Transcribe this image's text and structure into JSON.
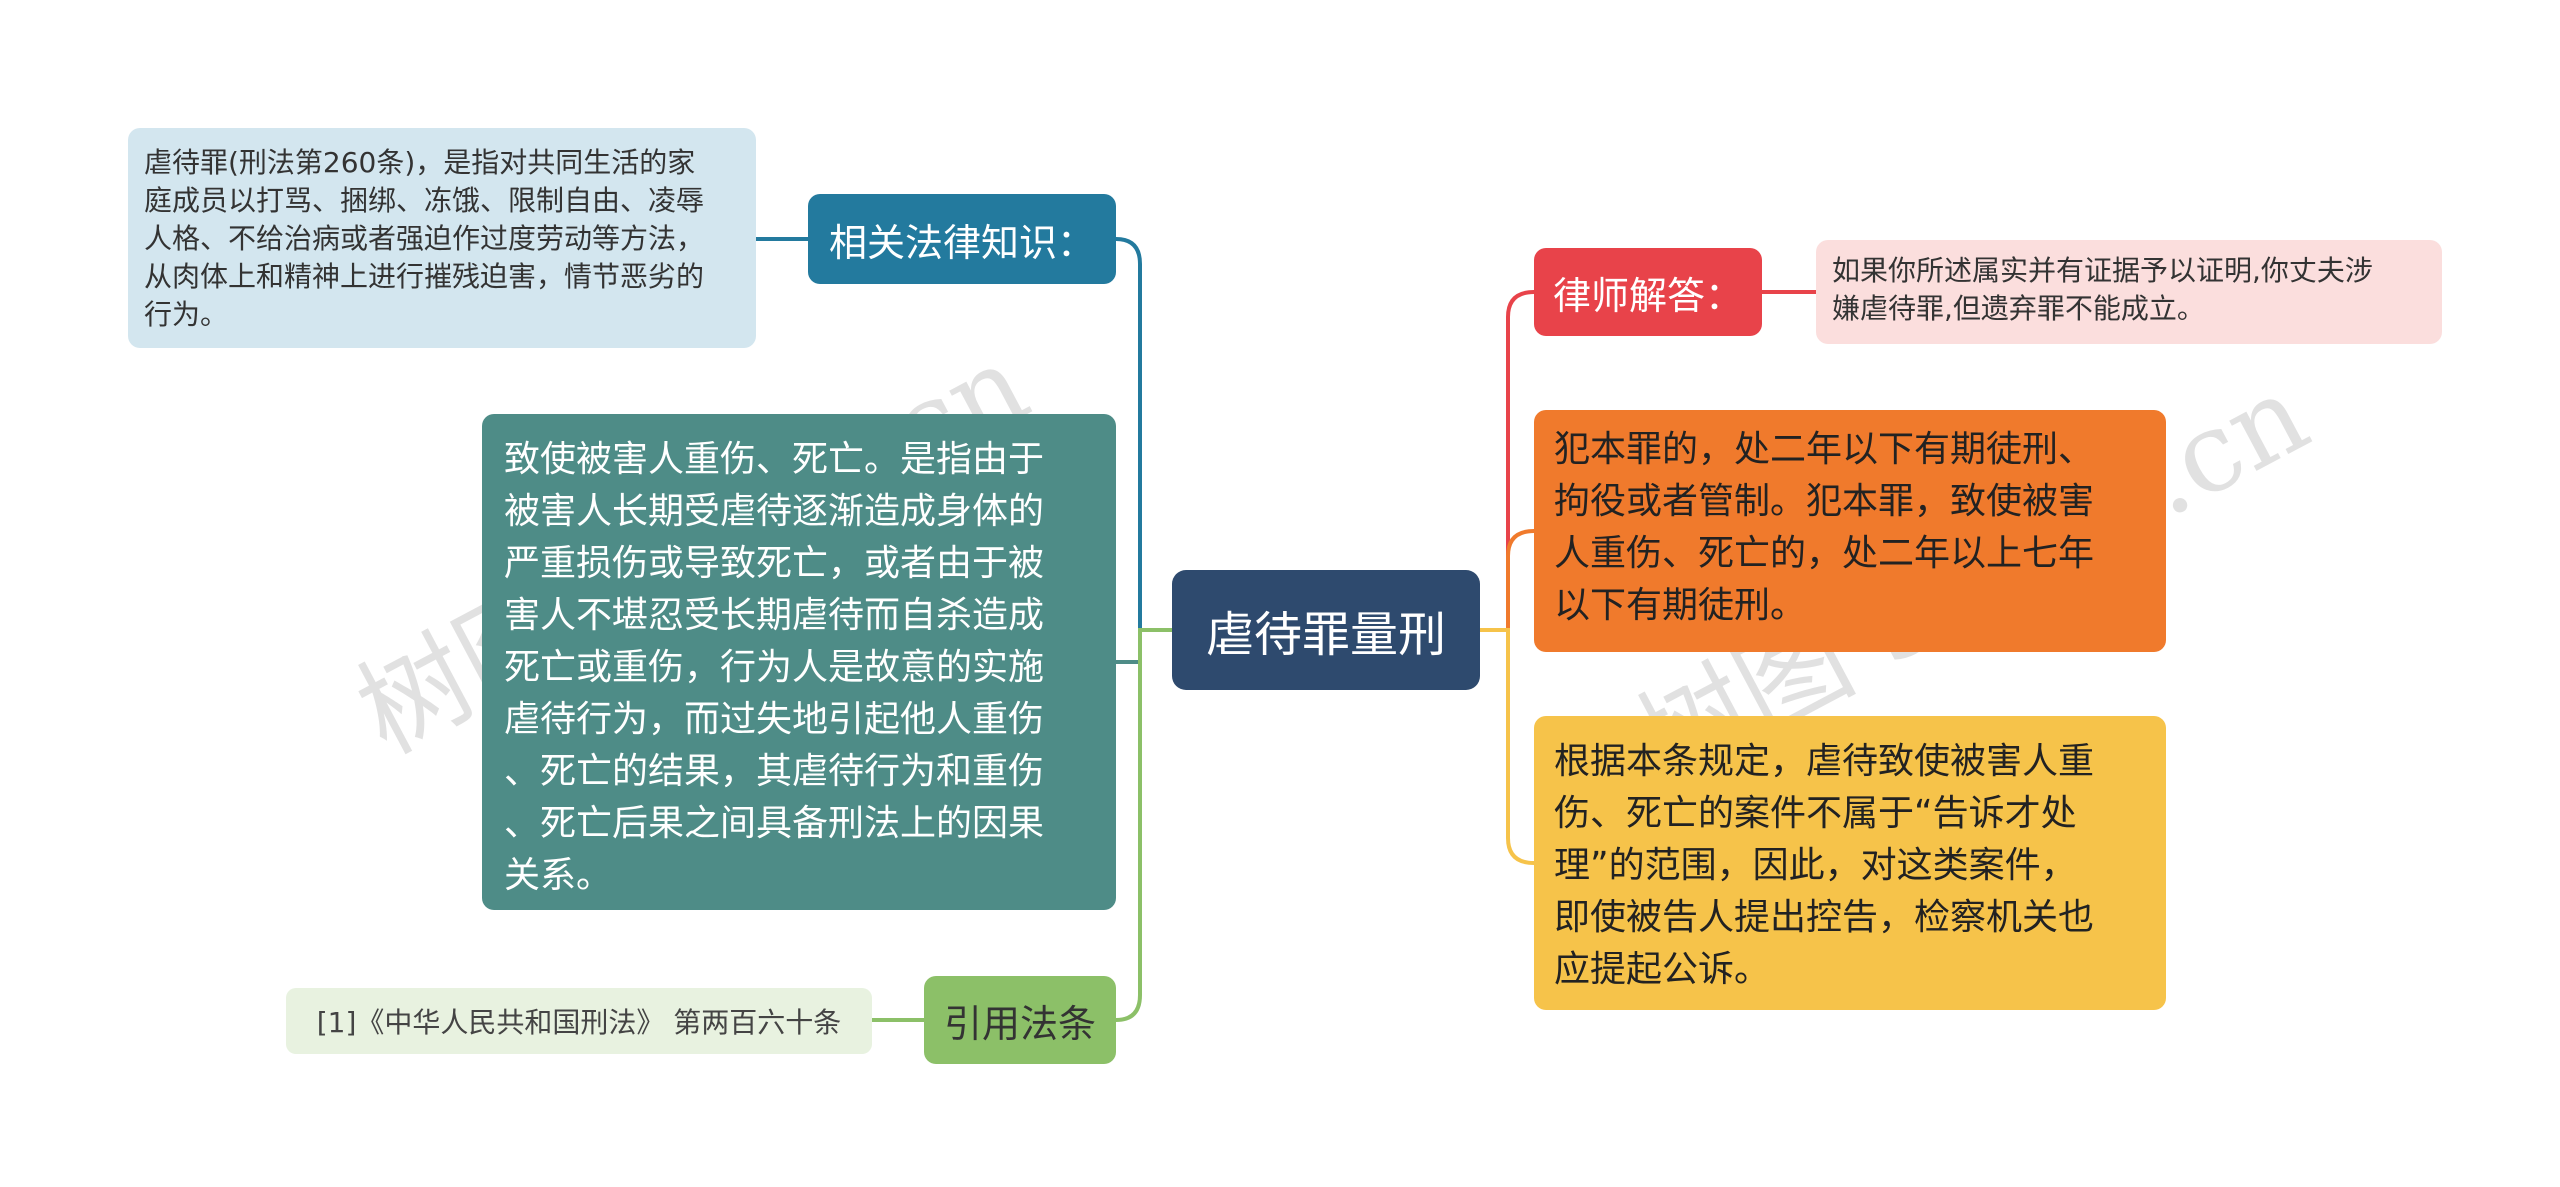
{
  "root": {
    "title": "虐待罪量刑"
  },
  "left": {
    "law_topic": {
      "label": "相关法律知识："
    },
    "law_detail": {
      "lines": [
        "虐待罪(刑法第260条)，是指对共同生活的家",
        "庭成员以打骂、捆绑、冻饿、限制自由、凌辱",
        "人格、不给治病或者强迫作过度劳动等方法，",
        "从肉体上和精神上进行摧残迫害，情节恶劣的",
        "行为。"
      ]
    },
    "injury_note": {
      "lines": [
        "致使被害人重伤、死亡。是指由于",
        "被害人长期受虐待逐渐造成身体的",
        "严重损伤或导致死亡，或者由于被",
        "害人不堪忍受长期虐待而自杀造成",
        "死亡或重伤，行为人是故意的实施",
        "虐待行为，而过失地引起他人重伤",
        "、死亡的结果，其虐待行为和重伤",
        "、死亡后果之间具备刑法上的因果",
        "关系。"
      ]
    },
    "cite_topic": {
      "label": "引用法条"
    },
    "cite_detail": {
      "label": "[1]《中华人民共和国刑法》 第两百六十条"
    }
  },
  "right": {
    "lawyer_topic": {
      "label": "律师解答："
    },
    "lawyer_detail": {
      "lines": [
        "如果你所述属实并有证据予以证明,你丈夫涉",
        "嫌虐待罪,但遗弃罪不能成立。"
      ]
    },
    "penalty": {
      "lines": [
        "犯本罪的，处二年以下有期徒刑、",
        "拘役或者管制。犯本罪，致使被害",
        "人重伤、死亡的，处二年以上七年",
        "以下有期徒刑。"
      ]
    },
    "public_prosecution": {
      "lines": [
        "根据本条规定，虐待致使被害人重",
        "伤、死亡的案件不属于“告诉才处",
        "理”的范围，因此，对这类案件，",
        "即使被告人提出控告，检察机关也",
        "应提起公诉。"
      ]
    }
  },
  "watermark": {
    "text": "树图 shutu.cn"
  },
  "colors": {
    "root": "#2e4a6e",
    "law_topic": "#237a9e",
    "law_detail": "#d3e6ef",
    "injury_note": "#4e8c87",
    "cite_topic": "#8cc068",
    "cite_detail": "#e8f2e0",
    "lawyer_topic": "#e8434a",
    "lawyer_detail": "#fbdedd",
    "penalty": "#f07a2c",
    "public_prosecution": "#f6c34a"
  }
}
